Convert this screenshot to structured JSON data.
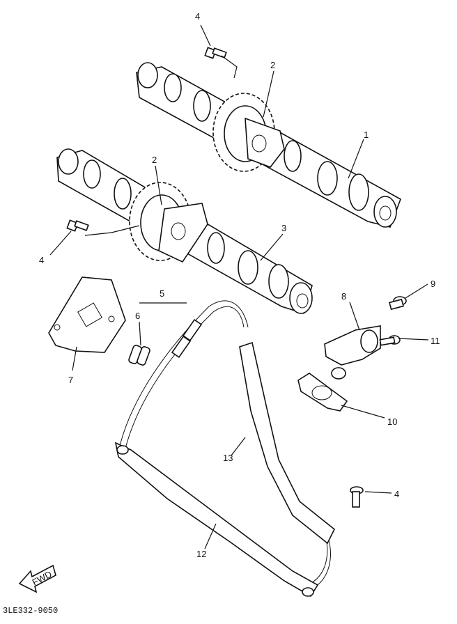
{
  "callouts": {
    "c1": "1",
    "c2a": "2",
    "c2b": "2",
    "c3": "3",
    "c4a": "4",
    "c4b": "4",
    "c4c": "4",
    "c5": "5",
    "c6": "6",
    "c7": "7",
    "c8": "8",
    "c9": "9",
    "c10": "10",
    "c11": "11",
    "c12": "12",
    "c13": "13"
  },
  "fwd_label": "FWD",
  "drawing_code": "3LE332-9050"
}
